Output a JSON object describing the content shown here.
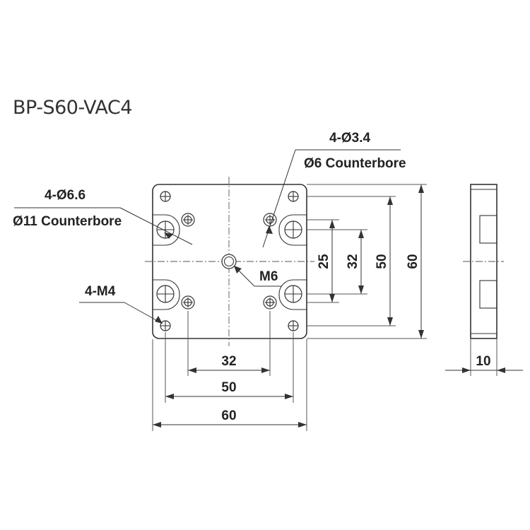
{
  "title": "BP-S60-VAC4",
  "callouts": {
    "counterbore_large_qty": "4-Ø6.6",
    "counterbore_large_desc": "Ø11 Counterbore",
    "counterbore_small_qty": "4-Ø3.4",
    "counterbore_small_desc": "Ø6 Counterbore",
    "thread_small": "4-M4",
    "thread_center": "M6"
  },
  "dimensions": {
    "horizontal_inner": "32",
    "horizontal_mid": "50",
    "horizontal_overall": "60",
    "vertical_25": "25",
    "vertical_32": "32",
    "vertical_50": "50",
    "vertical_60": "60",
    "thickness": "10"
  },
  "colors": {
    "line": "#333333",
    "background": "#ffffff"
  }
}
